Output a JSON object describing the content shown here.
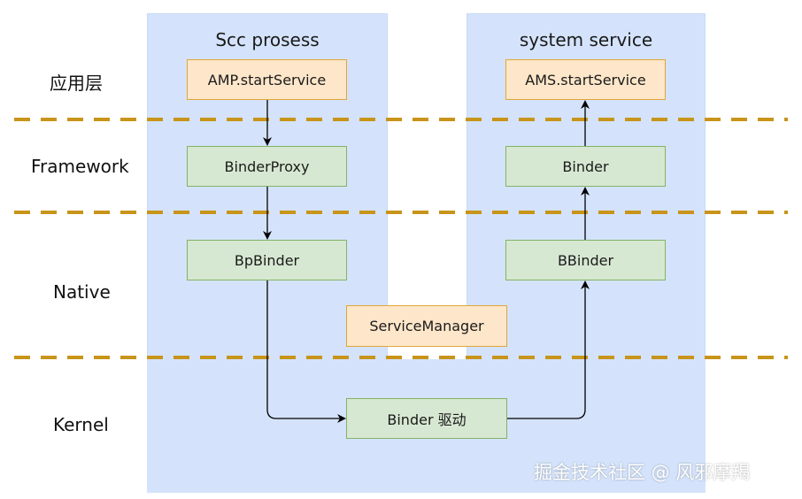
{
  "colors": {
    "region_fill": "#d4e3fb",
    "kernel_fill": "#d4e3fb",
    "orange_fill": "#fde6c9",
    "orange_border": "#e0a63d",
    "green_fill": "#d7e8d2",
    "green_border": "#82b366",
    "divider": "#c89419",
    "arrow": "#000000"
  },
  "layers": {
    "app": "应用层",
    "framework": "Framework",
    "native": "Native",
    "kernel": "Kernel"
  },
  "client": {
    "title": "Scc prosess",
    "amp": "AMP.startService",
    "binder_proxy": "BinderProxy",
    "bp_binder": "BpBinder"
  },
  "server": {
    "title": "system service",
    "ams": "AMS.startService",
    "binder": "Binder",
    "bbinder": "BBinder"
  },
  "service_manager": "ServiceManager",
  "binder_driver": "Binder 驱动",
  "watermark": "掘金技术社区 @ 风邪摩羯"
}
